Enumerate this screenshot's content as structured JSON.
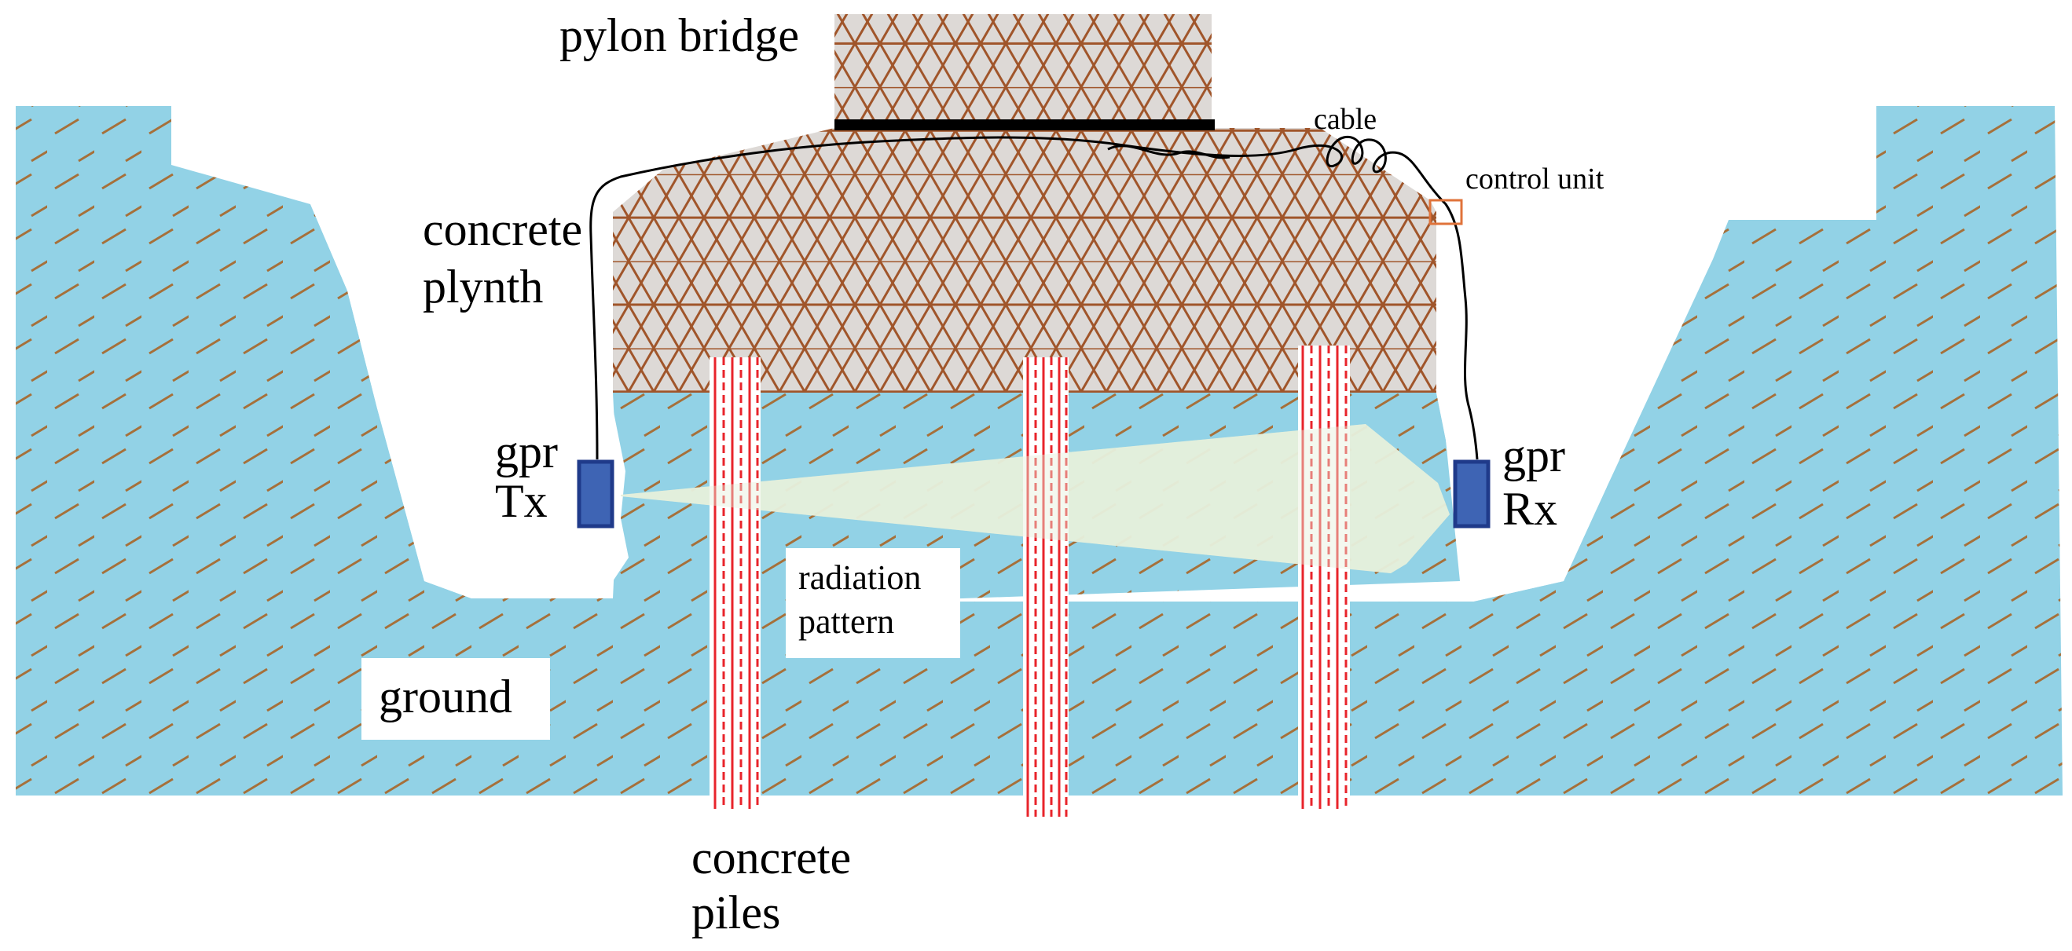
{
  "labels": {
    "pylon_bridge": "pylon bridge",
    "cable": "cable",
    "control_unit": "control unit",
    "concrete_plynth_line1": "concrete",
    "concrete_plynth_line2": "plynth",
    "gpr_tx_line1": "gpr",
    "gpr_tx_line2": "Tx",
    "gpr_rx_line1": "gpr",
    "gpr_rx_line2": "Rx",
    "radiation_pattern_line1": "radiation",
    "radiation_pattern_line2": "pattern",
    "ground": "ground",
    "concrete_piles_line1": "concrete",
    "concrete_piles_line2": "piles"
  },
  "colors": {
    "ground_fill": "#92d2e6",
    "ground_hatch": "#a6703a",
    "concrete_fill": "#ddd9d6",
    "concrete_hatch": "#a0552a",
    "pile_stripe": "#e8242b",
    "radiation_fill": "#e6f0dc",
    "antenna_fill": "#3e64b4",
    "antenna_stroke": "#1f3a8a",
    "control_unit_stroke": "#e0733a",
    "cable": "#000000"
  }
}
